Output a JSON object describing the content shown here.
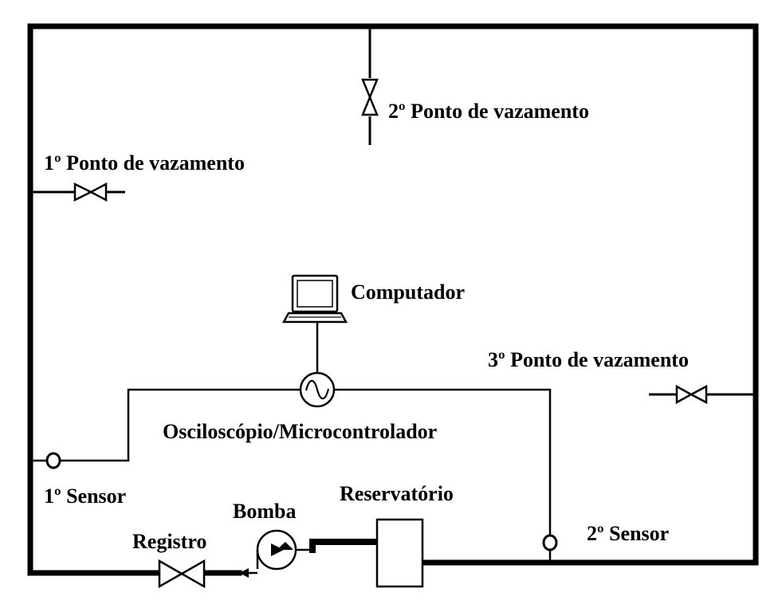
{
  "labels": {
    "leak_point_2": "2º Ponto de vazamento",
    "leak_point_1": "1º Ponto de vazamento",
    "computer": "Computador",
    "leak_point_3": "3º Ponto de vazamento",
    "oscilloscope": "Osciloscópio/Microcontrolador",
    "sensor_1": "1º Sensor",
    "pump": "Bomba",
    "reservoir": "Reservatório",
    "valve_register": "Registro",
    "sensor_2": "2º Sensor"
  },
  "colors": {
    "stroke": "#000000",
    "background": "#ffffff"
  }
}
